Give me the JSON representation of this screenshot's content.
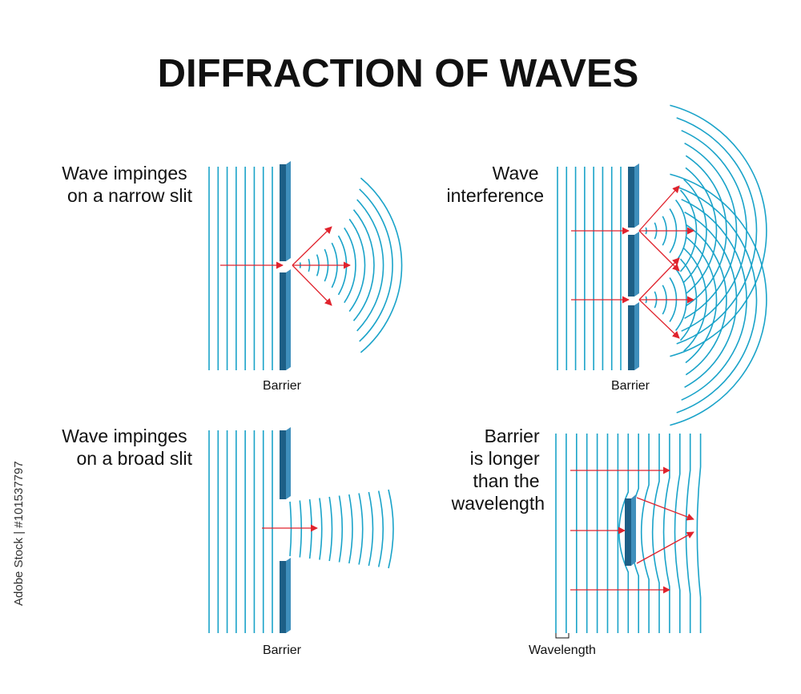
{
  "title": "DIFFRACTION OF WAVES",
  "colors": {
    "wave": "#1aa3c9",
    "barrier_front": "#1d5f86",
    "barrier_side": "#3f8fbc",
    "ray": "#e0232d",
    "text": "#111111"
  },
  "panels": {
    "narrow_slit": {
      "caption": [
        "Wave impinges",
        "on a narrow slit"
      ],
      "barrier_label": "Barrier"
    },
    "interference": {
      "caption": [
        "Wave",
        "interference"
      ],
      "barrier_label": "Barrier"
    },
    "broad_slit": {
      "caption": [
        "Wave impinges",
        "on a broad slit"
      ],
      "barrier_label": "Barrier"
    },
    "long_barrier": {
      "caption": [
        "Barrier",
        "is longer",
        "than the",
        "wavelength"
      ],
      "wavelength_label": "Wavelength"
    }
  },
  "credit": "Adobe Stock | #101537797"
}
